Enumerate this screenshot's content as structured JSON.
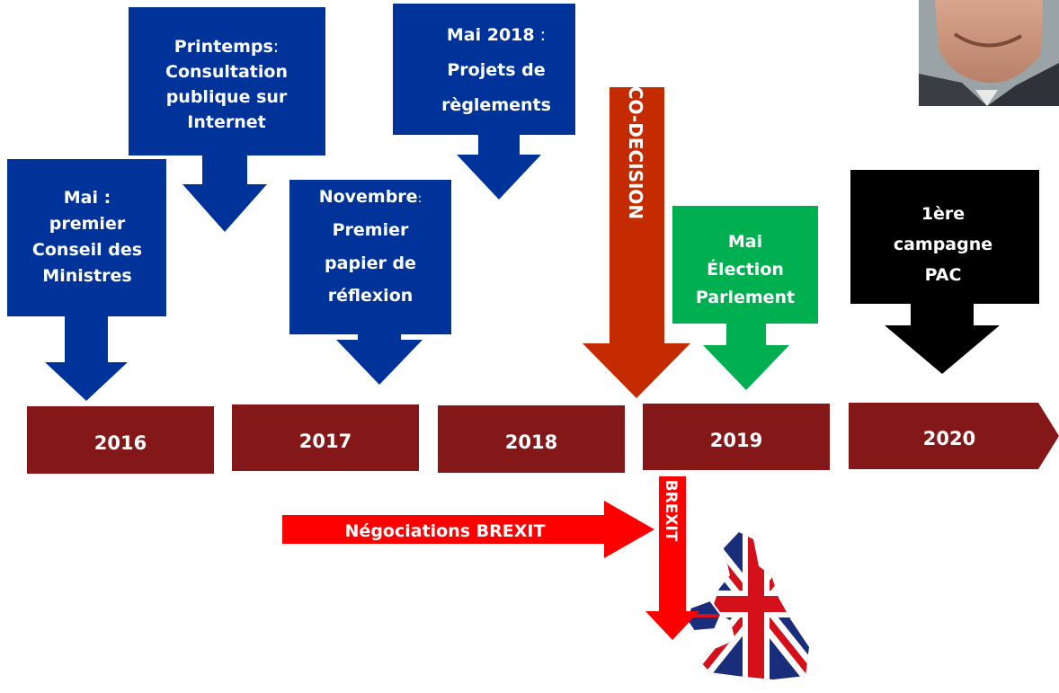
{
  "colors": {
    "navy": "#003399",
    "dark_red": "#841718",
    "rust": "#c42b00",
    "green": "#00b050",
    "black": "#000000",
    "bright_red": "#ff0000",
    "white": "#ffffff"
  },
  "timeline": {
    "years": [
      "2016",
      "2017",
      "2018",
      "2019",
      "2020"
    ]
  },
  "events": {
    "e1": {
      "line1": "Mai  :",
      "line2": "premier",
      "line3": "Conseil des",
      "line4": "Ministres"
    },
    "e2": {
      "line1_bold": "Printemps",
      "line1_rest": ":",
      "line2": "Consultation",
      "line3": "publique sur",
      "line4": "Internet"
    },
    "e3": {
      "line1_bold": "Novembre",
      "line1_rest": ":",
      "line2": "Premier",
      "line3": "papier de",
      "line4": "réflexion"
    },
    "e4": {
      "line1_bold": "Mai 2018",
      "line1_rest": " :",
      "line2": "Projets de",
      "line3": "règlements"
    },
    "codecision": {
      "label": "CO-DECISION"
    },
    "e5": {
      "line1": "Mai",
      "line2": "Élection",
      "line3": "Parlement"
    },
    "e6": {
      "line1": "1ère",
      "line2": "campagne",
      "line3": "PAC"
    }
  },
  "brexit": {
    "negotiations_label": "Négociations BREXIT",
    "brexit_label": "BREXIT"
  },
  "images": {
    "photo": "portrait-photo",
    "map": "uk-union-jack-map"
  }
}
